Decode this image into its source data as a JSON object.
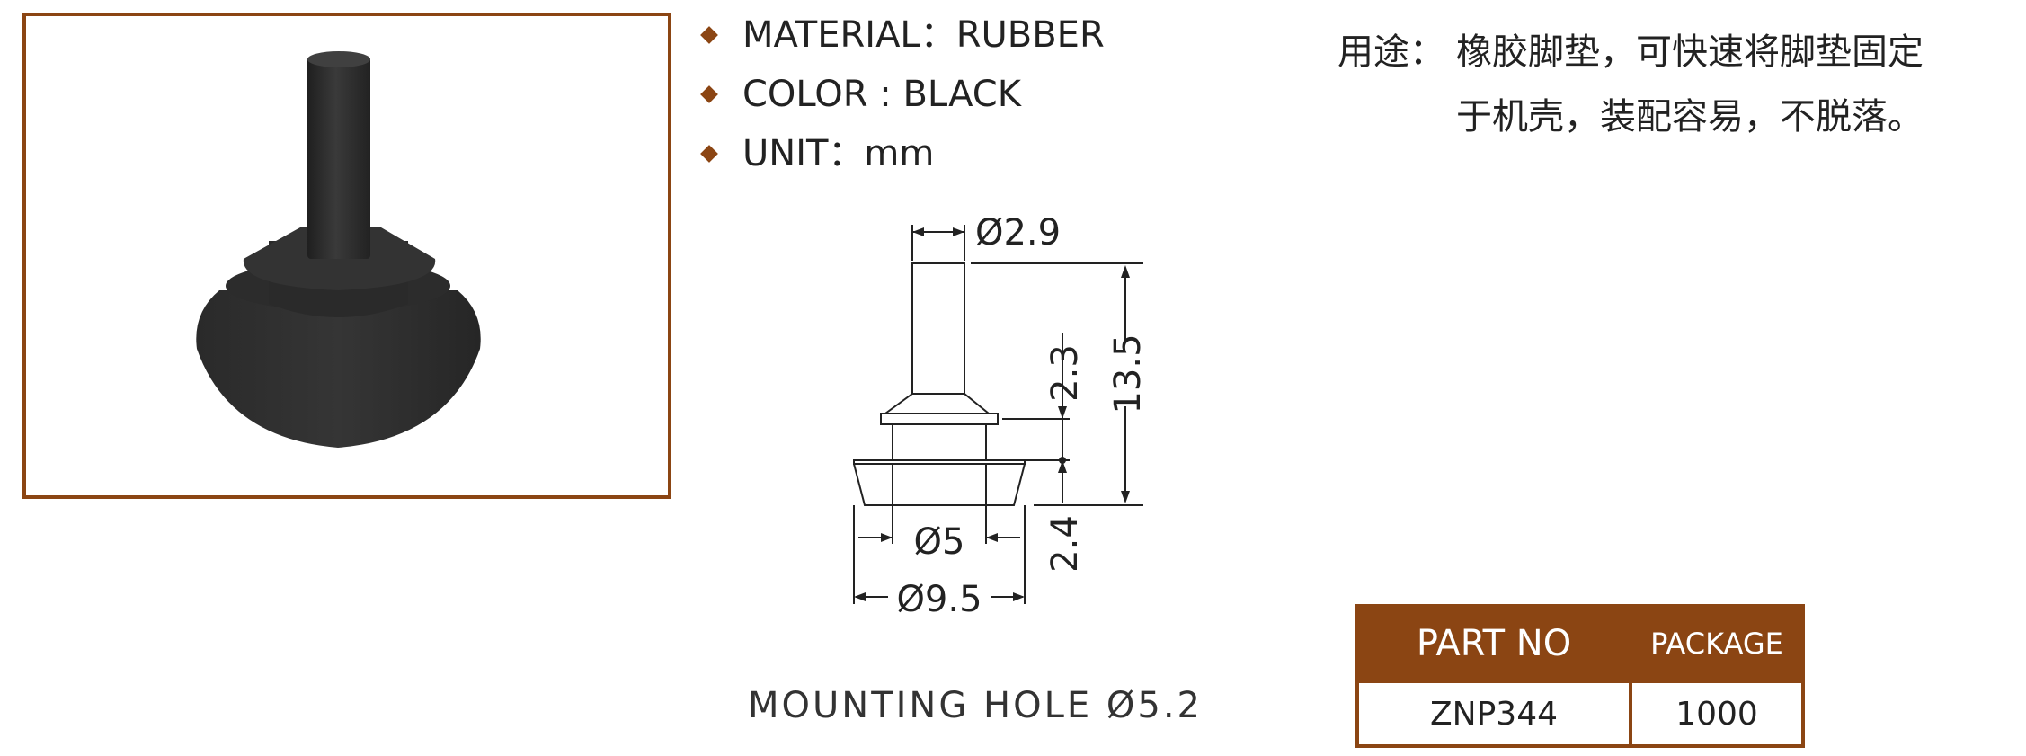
{
  "specs": [
    {
      "label": "MATERIAL：RUBBER"
    },
    {
      "label": "COLOR : BLACK"
    },
    {
      "label": "UNIT：mm"
    }
  ],
  "drawing": {
    "shaft_diameter": "Ø2.9",
    "total_height": "13.5",
    "flange_height": "2.3",
    "base_height": "2.4",
    "inner_diameter": "Ø5",
    "base_diameter": "Ø9.5"
  },
  "mounting_hole": "MOUNTING  HOLE  Ø5.2",
  "usage": {
    "label": "用途：",
    "line1": "橡胶脚垫，可快速将脚垫固定",
    "line2": "于机壳，装配容易，不脱落。"
  },
  "table": {
    "headers": [
      "PART NO",
      "PACKAGE"
    ],
    "rows": [
      [
        "ZNP344",
        "1000"
      ]
    ]
  },
  "colors": {
    "accent": "#8b4513",
    "text": "#222222",
    "product": "#2e2e2e"
  },
  "icons": {
    "bullet": "diamond-bullet-icon"
  }
}
